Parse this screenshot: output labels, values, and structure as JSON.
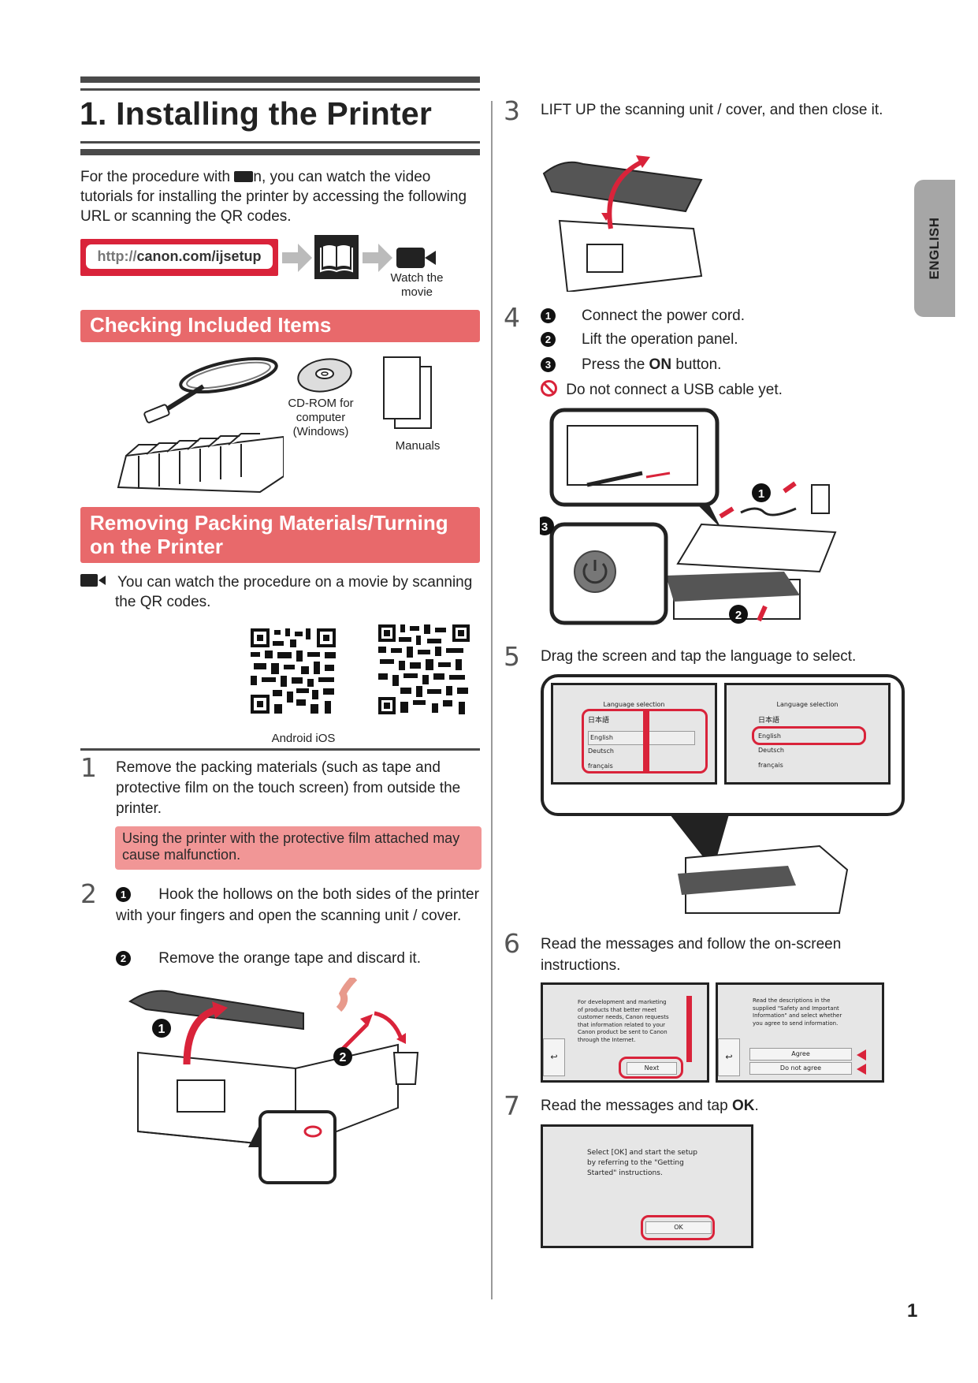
{
  "header": {
    "title": "1. Installing the Printer",
    "intro_before_icon": "For the procedure with ",
    "intro_after_icon": "n, you can watch the video tutorials for installing the printer by accessing the following URL or scanning the QR codes.",
    "url_prefix": "http://",
    "url_main": "canon.com/ijsetup",
    "watch_label": "Watch the movie"
  },
  "side_tab": {
    "label": "ENGLISH"
  },
  "checking": {
    "heading": "Checking Included Items",
    "items": [
      {
        "name": "power-cord",
        "label": ""
      },
      {
        "name": "ink-tanks",
        "label": ""
      },
      {
        "name": "cd-rom",
        "label": "CD-ROM for computer (Windows)"
      },
      {
        "name": "manuals",
        "label": "Manuals"
      }
    ]
  },
  "removing": {
    "heading": "Removing Packing Materials/Turning on the Printer",
    "video_note": "You can watch the procedure on a movie by scanning the QR codes.",
    "qr_caption": "Android iOS"
  },
  "steps": [
    {
      "num": "1",
      "text": "Remove the packing materials (such as tape and protective film on the touch screen) from outside the printer.",
      "note": "Using the printer with the protective film attached may cause malfunction."
    },
    {
      "num": "2",
      "substeps": [
        {
          "marker": "1",
          "text": "Hook the hollows on the both sides of the printer with your fingers and open the scanning unit / cover."
        },
        {
          "marker": "2",
          "text": "Remove the orange tape and discard it."
        }
      ]
    },
    {
      "num": "3",
      "text": "LIFT UP the scanning unit / cover, and then close it."
    },
    {
      "num": "4",
      "substeps": [
        {
          "marker": "1",
          "text": "Connect the power cord."
        },
        {
          "marker": "2",
          "text": "Lift the operation panel."
        },
        {
          "marker": "3",
          "text_before": "Press the ",
          "bold": "ON",
          "text_after": " button."
        }
      ],
      "warning": "Do not connect a USB cable yet."
    },
    {
      "num": "5",
      "text": "Drag the screen and tap the language to select.",
      "screens": [
        {
          "title": "Language selection",
          "options": [
            "日本語",
            "English",
            "Deutsch",
            "français"
          ]
        },
        {
          "title": "Language selection",
          "options": [
            "日本語",
            "English",
            "Deutsch",
            "français"
          ],
          "selected": "English"
        }
      ]
    },
    {
      "num": "6",
      "text": "Read the messages and follow the on-screen instructions.",
      "screens": [
        {
          "message": "For development and marketing of products that better meet customer needs, Canon requests that information related to your Canon product be sent to Canon through the Internet.",
          "button": "Next"
        },
        {
          "message": "Read the descriptions in the supplied \"Safety and Important Information\" and select whether you agree to send information.",
          "buttons": [
            "Agree",
            "Do not agree"
          ]
        }
      ]
    },
    {
      "num": "7",
      "text_before": "Read the messages and tap ",
      "bold": "OK",
      "text_after": ".",
      "screen": {
        "message": "Select [OK] and start the setup by referring to the \"Getting Started\" instructions.",
        "button": "OK"
      }
    }
  ],
  "footer": {
    "page_number": "1"
  },
  "colors": {
    "accent_red": "#d9233a",
    "banner_red": "#e8696b",
    "note_pink": "#f19696",
    "tab_gray": "#a6a6a6"
  }
}
